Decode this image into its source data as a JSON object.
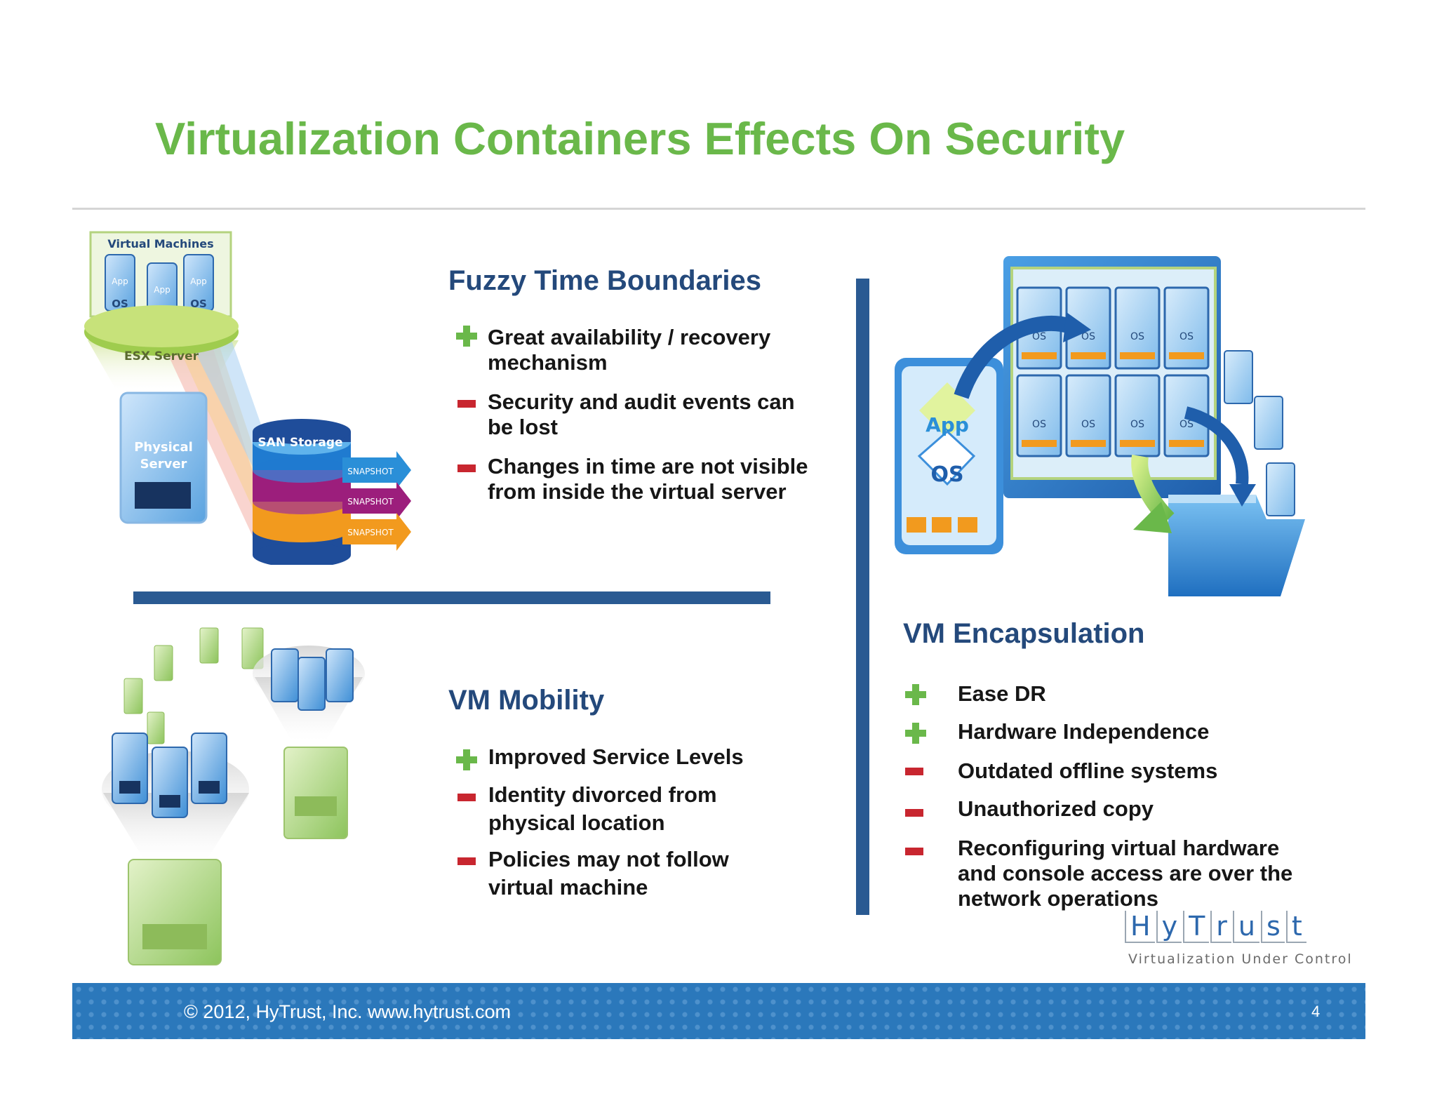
{
  "slide": {
    "title": "Virtualization Containers Effects On Security",
    "page_number": "4"
  },
  "fuzzy": {
    "heading": "Fuzzy Time Boundaries",
    "items": [
      {
        "type": "plus",
        "text": "Great availability / recovery mechanism"
      },
      {
        "type": "minus",
        "text": "Security and audit events can be lost"
      },
      {
        "type": "minus",
        "text": "Changes in time are not visible from inside the virtual server"
      }
    ]
  },
  "mobility": {
    "heading": "VM Mobility",
    "items": [
      {
        "type": "plus",
        "text": "Improved Service Levels"
      },
      {
        "type": "minus",
        "text": "Identity divorced from physical location"
      },
      {
        "type": "minus",
        "text": "Policies may not follow virtual machine"
      }
    ]
  },
  "encapsulation": {
    "heading": "VM Encapsulation",
    "items": [
      {
        "type": "plus",
        "text": "Ease DR"
      },
      {
        "type": "plus",
        "text": "Hardware Independence"
      },
      {
        "type": "minus",
        "text": "Outdated offline systems"
      },
      {
        "type": "minus",
        "text": "Unauthorized copy"
      },
      {
        "type": "minus",
        "text": "Reconfiguring virtual hardware and console access are over the network operations"
      }
    ]
  },
  "diagram1": {
    "vm_label": "Virtual Machines",
    "esx_label": "ESX Server",
    "physical_label_1": "Physical",
    "physical_label_2": "Server",
    "san_label": "SAN Storage",
    "snapshot_label": "SNAPSHOT",
    "app_label": "App",
    "os_label": "OS"
  },
  "diagram3": {
    "app_label": "App",
    "os_label": "OS"
  },
  "logo": {
    "letters": [
      "H",
      "y",
      "T",
      "r",
      "u",
      "s",
      "t"
    ],
    "tagline": "Virtualization Under Control"
  },
  "footer": {
    "text": "© 2012, HyTrust, Inc. www.hytrust.com"
  },
  "colors": {
    "title_green": "#6ab84a",
    "heading_navy": "#24497b",
    "separator_blue": "#2a5a92",
    "footer_blue": "#2b78bb",
    "minus_red": "#c8262f"
  }
}
